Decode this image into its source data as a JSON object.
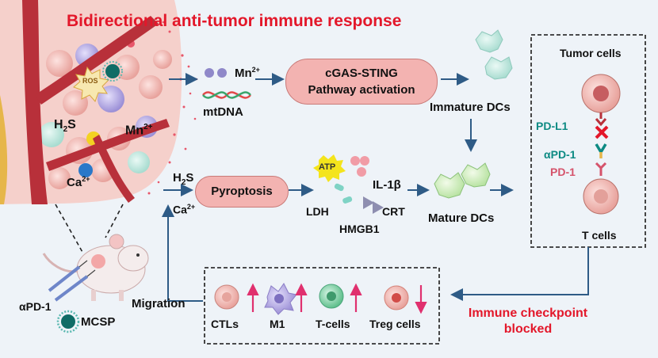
{
  "title": "Bidirectional anti-tumor immune response",
  "top_branch": {
    "ion": "Mn",
    "ion_sup": "2+",
    "dna_label": "mtDNA",
    "pathway_line1": "cGAS-STING",
    "pathway_line2": "Pathway activation",
    "immature_label": "Immature DCs"
  },
  "bottom_branch": {
    "h2s_main": "H",
    "h2s_sub": "2",
    "h2s_end": "S",
    "ca_main": "Ca",
    "ca_sup": "2+",
    "pyroptosis": "Pyroptosis",
    "atp": "ATP",
    "il1b": "IL-1β",
    "ldh": "LDH",
    "crt": "CRT",
    "hmgb1": "HMGB1",
    "mature_label": "Mature DCs"
  },
  "tumor_region": {
    "ros": "ROS",
    "h2s_main": "H",
    "h2s_sub": "2",
    "h2s_end": "S",
    "mn_main": "Mn",
    "mn_sup": "2+",
    "ca_main": "Ca",
    "ca_sup": "2+"
  },
  "checkpoint_box": {
    "tumor_cells": "Tumor cells",
    "pdl1": "PD-L1",
    "apd1": "αPD-1",
    "pd1": "PD-1",
    "t_cells": "T cells"
  },
  "immune_box": {
    "cells": [
      {
        "label": "CTLs",
        "trend": "up"
      },
      {
        "label": "M1",
        "trend": "up"
      },
      {
        "label": "T-cells",
        "trend": "up"
      },
      {
        "label": "Treg cells",
        "trend": "down"
      }
    ]
  },
  "checkpoint_blocked_line1": "Immune checkpoint",
  "checkpoint_blocked_line2": "blocked",
  "migration": "Migration",
  "mouse_legend": {
    "apd1": "αPD-1",
    "mcsp": "MCSP"
  },
  "colors": {
    "title_red": "#e3172a",
    "arrow_blue": "#2e5b86",
    "pill_fill": "#f3b3b1",
    "pd1_pink": "#d5536b",
    "teal": "#0d8a83"
  }
}
